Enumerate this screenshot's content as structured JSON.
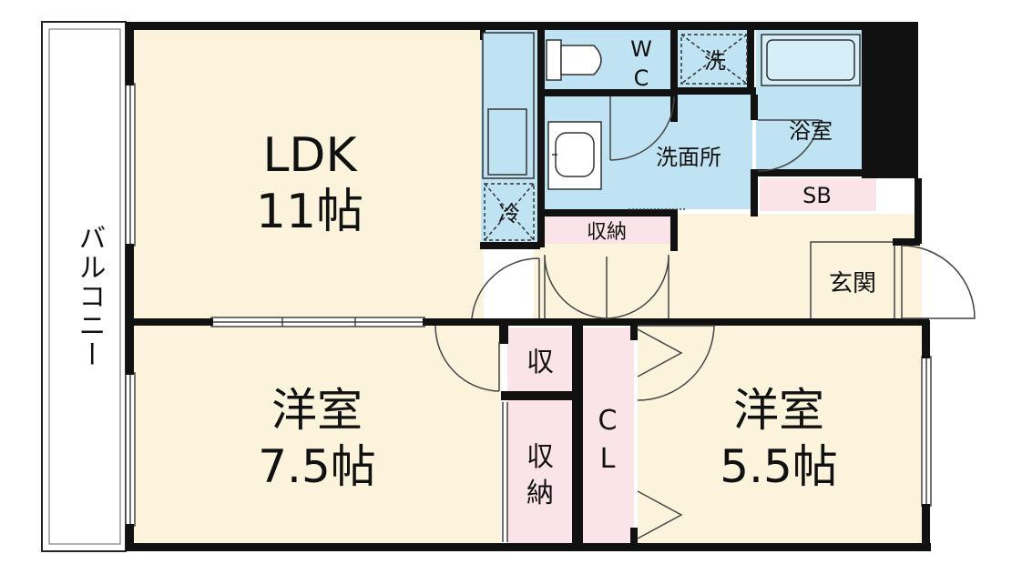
{
  "rooms": {
    "ldk": {
      "name": "LDK",
      "size": "11帖"
    },
    "western_left": {
      "name": "洋室",
      "size": "7.5帖"
    },
    "western_right": {
      "name": "洋室",
      "size": "5.5帖"
    },
    "wc": {
      "line1": "W",
      "line2": "C"
    },
    "washer": "洗",
    "bath": "浴室",
    "washroom": "洗面所",
    "fridge": "冷",
    "storage_mid": "収納",
    "sb": "SB",
    "entrance": "玄関",
    "storage_small": "収",
    "storage_tall": {
      "line1": "収",
      "line2": "納"
    },
    "closet": {
      "line1": "C",
      "line2": "L"
    },
    "balcony": "バルコニー"
  },
  "colors": {
    "floor": "#fbf3dc",
    "wet": "#bfe3f2",
    "storage": "#fbe3ea",
    "wall": "#111111"
  }
}
